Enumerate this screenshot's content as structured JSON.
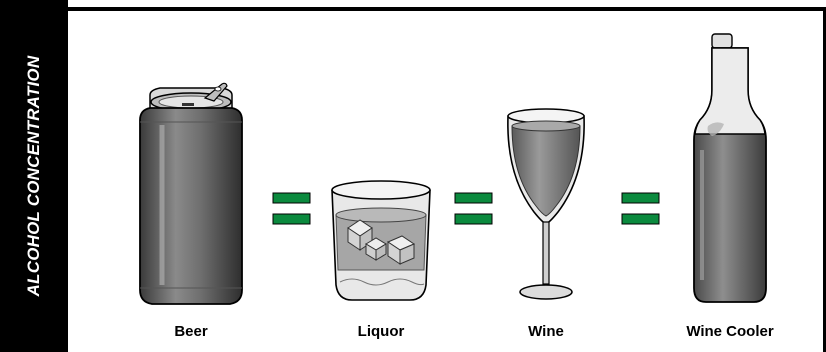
{
  "side_title": "ALCOHOL CONCENTRATION",
  "items": [
    {
      "label": "Beer"
    },
    {
      "label": "Liquor"
    },
    {
      "label": "Wine"
    },
    {
      "label": "Wine Cooler"
    }
  ],
  "colors": {
    "equals_sign": "#0b8a3e",
    "band": "#000000",
    "drink_gray": "#8a8a8a"
  },
  "icons": [
    "beer-can-icon",
    "liquor-glass-icon",
    "wine-glass-icon",
    "wine-cooler-bottle-icon",
    "equals-sign-icon"
  ]
}
